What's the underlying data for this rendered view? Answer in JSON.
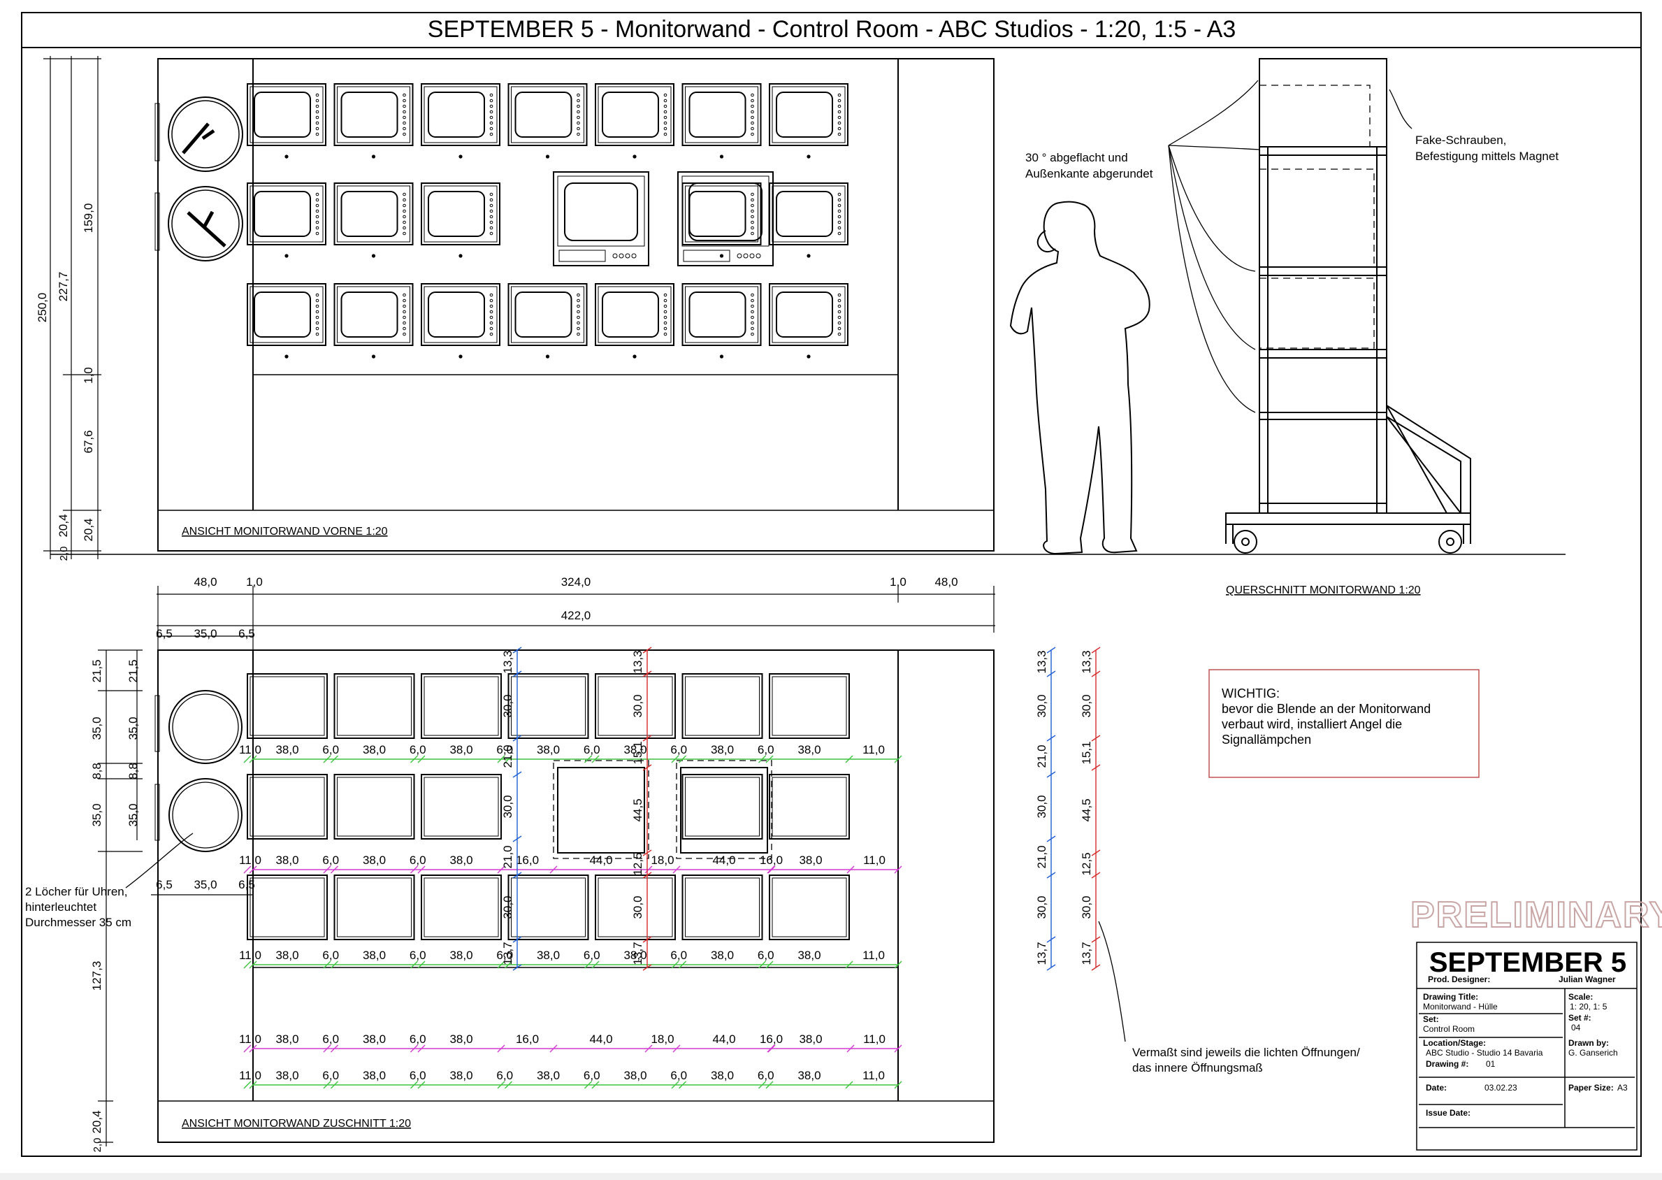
{
  "title": "SEPTEMBER 5 - Monitorwand - Control Room - ABC Studios - 1:20, 1:5  - A3",
  "front_view": {
    "label": "ANSICHT MONITORWAND VORNE 1:20",
    "dims_left": [
      "250,0",
      "227,7",
      "159,0",
      "1,0",
      "67,6",
      "20,4",
      "20,4",
      "2,0"
    ]
  },
  "cut_view": {
    "label": "ANSICHT MONITORWAND ZUSCHNITT 1:20",
    "top_dims": [
      "48,0",
      "1,0",
      "324,0",
      "1,0",
      "48,0"
    ],
    "total": "422,0",
    "clock_dims": [
      "6,5",
      "35,0",
      "6,5"
    ],
    "left_dims": [
      "21,5",
      "35,0",
      "8,8",
      "35,0"
    ],
    "left_dims_inner": [
      "21,5",
      "35,0",
      "8,8",
      "35,0"
    ],
    "bottom_dims": [
      "127,3",
      "20,4",
      "2,0"
    ],
    "col_vert_left": [
      "13,3",
      "30,0",
      "21,0",
      "30,0",
      "21,0",
      "30,0",
      "13,7"
    ],
    "col_vert_right": [
      "13,3",
      "30,0",
      "15,1",
      "44,5",
      "12,5",
      "30,0",
      "13,7"
    ],
    "row_dims_a": [
      "11,0",
      "38,0",
      "6,0",
      "38,0",
      "6,0",
      "38,0",
      "6,0",
      "38,0",
      "6,0",
      "38,0",
      "6,0",
      "38,0",
      "6,0",
      "38,0",
      "11,0"
    ],
    "row_dims_b": [
      "11,0",
      "38,0",
      "6,0",
      "38,0",
      "6,0",
      "38,0",
      "16,0",
      "44,0",
      "18,0",
      "44,0",
      "16,0",
      "38,0",
      "11,0"
    ],
    "clock_note": [
      "2 Löcher für Uhren,",
      "hinterleuchtet",
      "Durchmesser 35 cm"
    ]
  },
  "side_view": {
    "label": "QUERSCHNITT MONITORWAND 1:20",
    "note_left": [
      "30 ° abgeflacht und",
      "Außenkante abgerundet"
    ],
    "note_right": [
      "Fake-Schrauben,",
      "Befestigung mittels Magnet"
    ]
  },
  "side_dims": {
    "blue": [
      "13,3",
      "30,0",
      "21,0",
      "30,0",
      "21,0",
      "30,0",
      "13,7"
    ],
    "red": [
      "13,3",
      "30,0",
      "15,1",
      "44,5",
      "12,5",
      "30,0",
      "13,7"
    ]
  },
  "important": {
    "heading": "WICHTIG:",
    "lines": [
      "bevor die Blende an der Monitorwand",
      "verbaut wird, installiert Angel die",
      "Signallämpchen"
    ]
  },
  "measure_note": [
    "Vermaßt sind jeweils die lichten Öffnungen/",
    "das innere Öffnungsmaß"
  ],
  "stamp": "PRELIMINARY",
  "title_block": {
    "project": "SEPTEMBER 5",
    "prod_designer_label": "Prod. Designer:",
    "prod_designer": "Julian Wagner",
    "drawing_title_label": "Drawing Title:",
    "drawing_title": "Monitorwand - Hülle",
    "scale_label": "Scale:",
    "scale": "1: 20, 1: 5",
    "set_label": "Set:",
    "set": "Control Room",
    "set_no_label": "Set #:",
    "set_no": "04",
    "location_label": "Location/Stage:",
    "location": "ABC Studio - Studio 14 Bavaria",
    "drawn_by_label": "Drawn by:",
    "drawn_by": "G. Ganserich",
    "drawing_no_label": "Drawing #:",
    "drawing_no": "01",
    "date_label": "Date:",
    "date": "03.02.23",
    "paper_size_label": "Paper Size:",
    "paper_size": "A3",
    "issue_date_label": "Issue Date:"
  },
  "colors": {
    "line": "#000000",
    "blue": "#1f5fd6",
    "red": "#d62a2a",
    "green": "#3fc43f",
    "magenta": "#d23ad2",
    "stamp": "#c9a6a6",
    "box": "#c25252"
  }
}
